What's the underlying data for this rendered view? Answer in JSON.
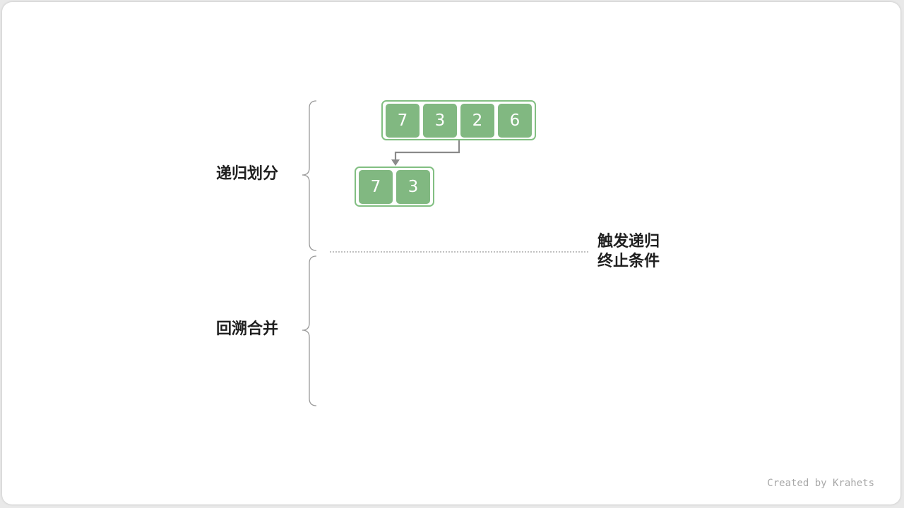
{
  "labels": {
    "recursive_divide": "递归划分",
    "backtrack_merge": "回溯合并",
    "trigger_line1": "触发递归",
    "trigger_line2": "终止条件"
  },
  "arrays": {
    "root": [
      "7",
      "3",
      "2",
      "6"
    ],
    "left_child": [
      "7",
      "3"
    ]
  },
  "credit": "Created by Krahets",
  "colors": {
    "cell_fill": "#81b881",
    "cell_border": "#82bf82",
    "connector": "#8a8a8a",
    "brace": "#9a9a9a",
    "divider": "#9a9a9a",
    "text": "#1f1f1f",
    "credit": "#a8a8a8"
  }
}
